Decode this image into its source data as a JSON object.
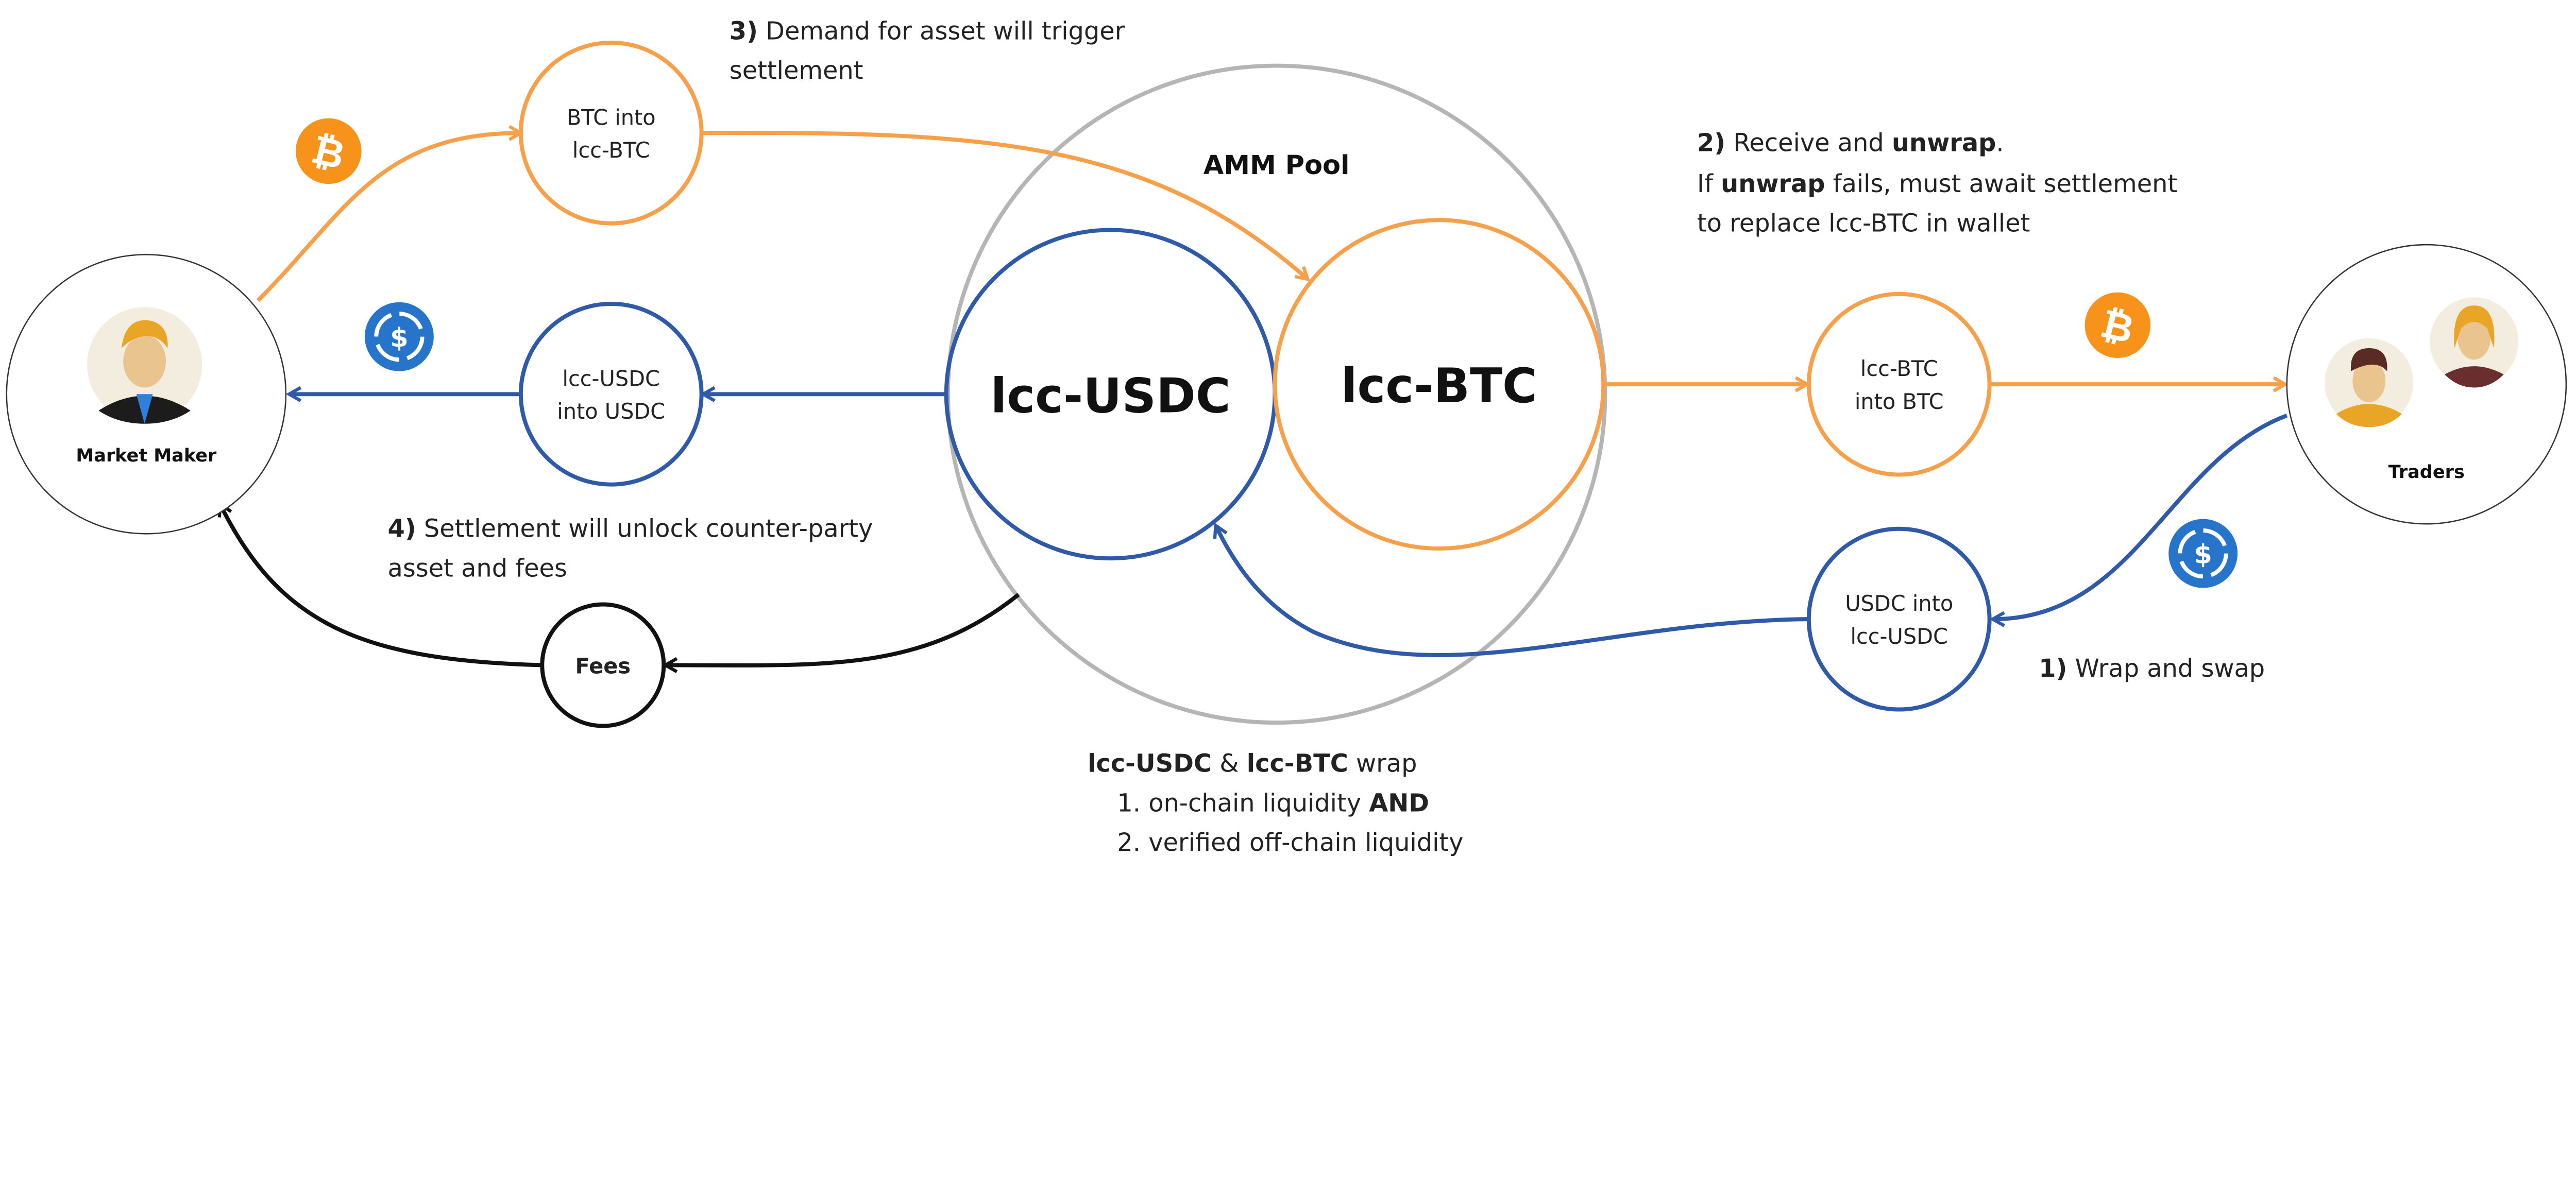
{
  "colors": {
    "btc": "#F7A04B",
    "usdc": "#2F5AA8",
    "pool": "#B5B5B5",
    "fees": "#111111",
    "coin_btc": "#F7931A",
    "coin_usdc": "#2775CA"
  },
  "actors": {
    "market_maker": "Market Maker",
    "traders": "Traders"
  },
  "pool": {
    "title": "AMM Pool",
    "usdc": "lcc-USDC",
    "btc": "lcc-BTC"
  },
  "nodes": {
    "btc_into_lcc": [
      "BTC into",
      "lcc-BTC"
    ],
    "lcc_usdc_into_usdc": [
      "lcc-USDC",
      "into USDC"
    ],
    "fees": "Fees",
    "lcc_btc_into_btc": [
      "lcc-BTC",
      "into BTC"
    ],
    "usdc_into_lcc": [
      "USDC into",
      "lcc-USDC"
    ]
  },
  "notes": {
    "step1": {
      "num": "1)",
      "text": " Wrap and swap"
    },
    "step2": {
      "num": "2)",
      "line1": " Receive and ",
      "bold1": "unwrap",
      "end1": ".",
      "line2a": "If ",
      "bold2": "unwrap",
      "line2b": " fails, must await settlement",
      "line3": "to replace lcc-BTC in wallet"
    },
    "step3": {
      "num": "3)",
      "line1": " Demand for asset will trigger",
      "line2": "settlement"
    },
    "step4": {
      "num": "4)",
      "line1": " Settlement will unlock counter-party",
      "line2": "asset and fees"
    },
    "wrap": {
      "a": "lcc-USDC",
      "amp": " & ",
      "b": "lcc-BTC",
      "tail": " wrap",
      "item1": "1. on-chain liquidity ",
      "item1_bold": "AND",
      "item2": "2. verified off-chain liquidity"
    }
  },
  "icons": [
    "bitcoin-coin-icon",
    "usdc-coin-icon",
    "market-maker-avatar",
    "trader-avatars"
  ]
}
